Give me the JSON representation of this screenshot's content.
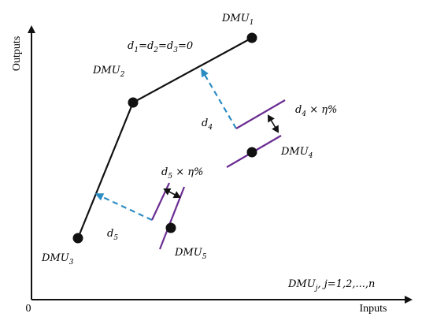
{
  "axes": {
    "y_label": "Outputs",
    "x_label": "Inputs",
    "origin_label": "0"
  },
  "colors": {
    "frontier": "#111111",
    "projection": "#2b8cc4",
    "bracket": "#6a2c91",
    "axis": "#111111"
  },
  "points": [
    {
      "id": "dmu1",
      "label": "DMU",
      "sub": "1"
    },
    {
      "id": "dmu2",
      "label": "DMU",
      "sub": "2"
    },
    {
      "id": "dmu3",
      "label": "DMU",
      "sub": "3"
    },
    {
      "id": "dmu4",
      "label": "DMU",
      "sub": "4"
    },
    {
      "id": "dmu5",
      "label": "DMU",
      "sub": "5"
    }
  ],
  "labels": {
    "d_eq": {
      "d": "d",
      "s1": "1",
      "eq1": "=d",
      "s2": "2",
      "eq2": "=d",
      "s3": "3",
      "tail": "=0"
    },
    "d4": {
      "d": "d",
      "sub": "4"
    },
    "d5": {
      "d": "d",
      "sub": "5"
    },
    "d4_eta": {
      "d": "d",
      "sub": "4",
      "tail": " × η%"
    },
    "d5_eta": {
      "d": "d",
      "sub": "5",
      "tail": " × η%"
    },
    "dmu_j": {
      "base": "DMU",
      "sub": "j",
      "tail": ", j=1,2,...,n"
    }
  }
}
